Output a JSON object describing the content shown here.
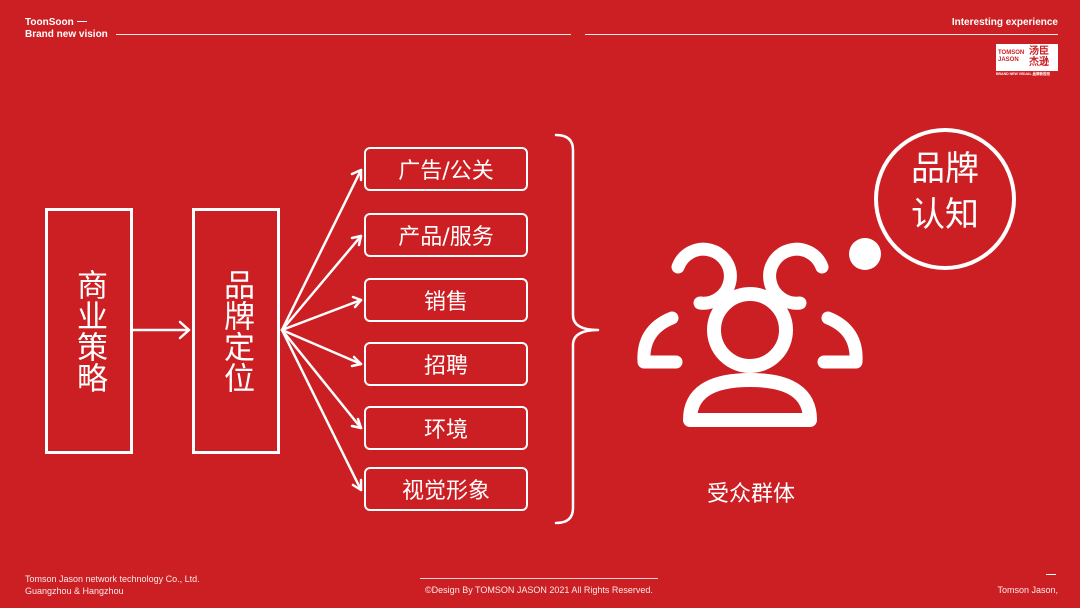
{
  "header": {
    "brand": "ToonSoon",
    "tagline": "Brand new vision",
    "right_text": "Interesting experience"
  },
  "logo": {
    "en_line1": "TOMSON",
    "en_line2": "JASON",
    "cn_line1": "汤臣",
    "cn_line2": "杰逊",
    "tagline": "BRAND NEW VISUAL 品牌新视觉"
  },
  "diagram": {
    "source": "商业策略",
    "middle": "品牌定位",
    "items": [
      "广告/公关",
      "产品/服务",
      "销售",
      "招聘",
      "环境",
      "视觉形象"
    ],
    "audience": "受众群体",
    "bubble": [
      "品牌",
      "认知"
    ]
  },
  "footer": {
    "company_line1": "Tomson Jason network technology Co., Ltd.",
    "company_line2": "Guangzhou & Hangzhou",
    "copyright": "©Design By TOMSON JASON 2021 All Rights Reserved.",
    "right_text": "Tomson Jason,"
  },
  "colors": {
    "background": "#cc1f23",
    "foreground": "#ffffff"
  },
  "icons": [
    "people-group-icon",
    "thought-bubble-icon"
  ]
}
